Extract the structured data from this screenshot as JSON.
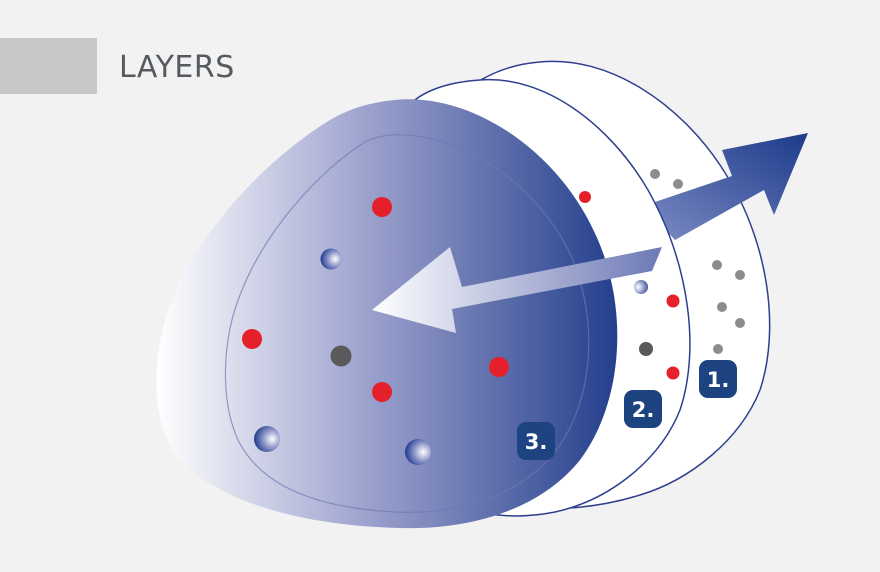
{
  "title": "LAYERS",
  "colors": {
    "background": "#f2f2f2",
    "title_tab": "#c8c8c8",
    "title_text": "#555a60",
    "layer_outline": "#2f3f8e",
    "layer_fill_light": "#ffffff",
    "layer_fill_dark": "#1c3a8a",
    "badge": "#1d4480",
    "red_particle": "#e5202a",
    "grey_particle": "#8c8c8c",
    "dark_grey_particle": "#5a5a5a"
  },
  "layers": [
    {
      "id": "layer-1",
      "badge": "1."
    },
    {
      "id": "layer-2",
      "badge": "2."
    },
    {
      "id": "layer-3",
      "badge": "3."
    }
  ],
  "arrows": [
    {
      "id": "outward-arrow",
      "direction": "up-right"
    },
    {
      "id": "inward-arrow",
      "direction": "left"
    }
  ]
}
